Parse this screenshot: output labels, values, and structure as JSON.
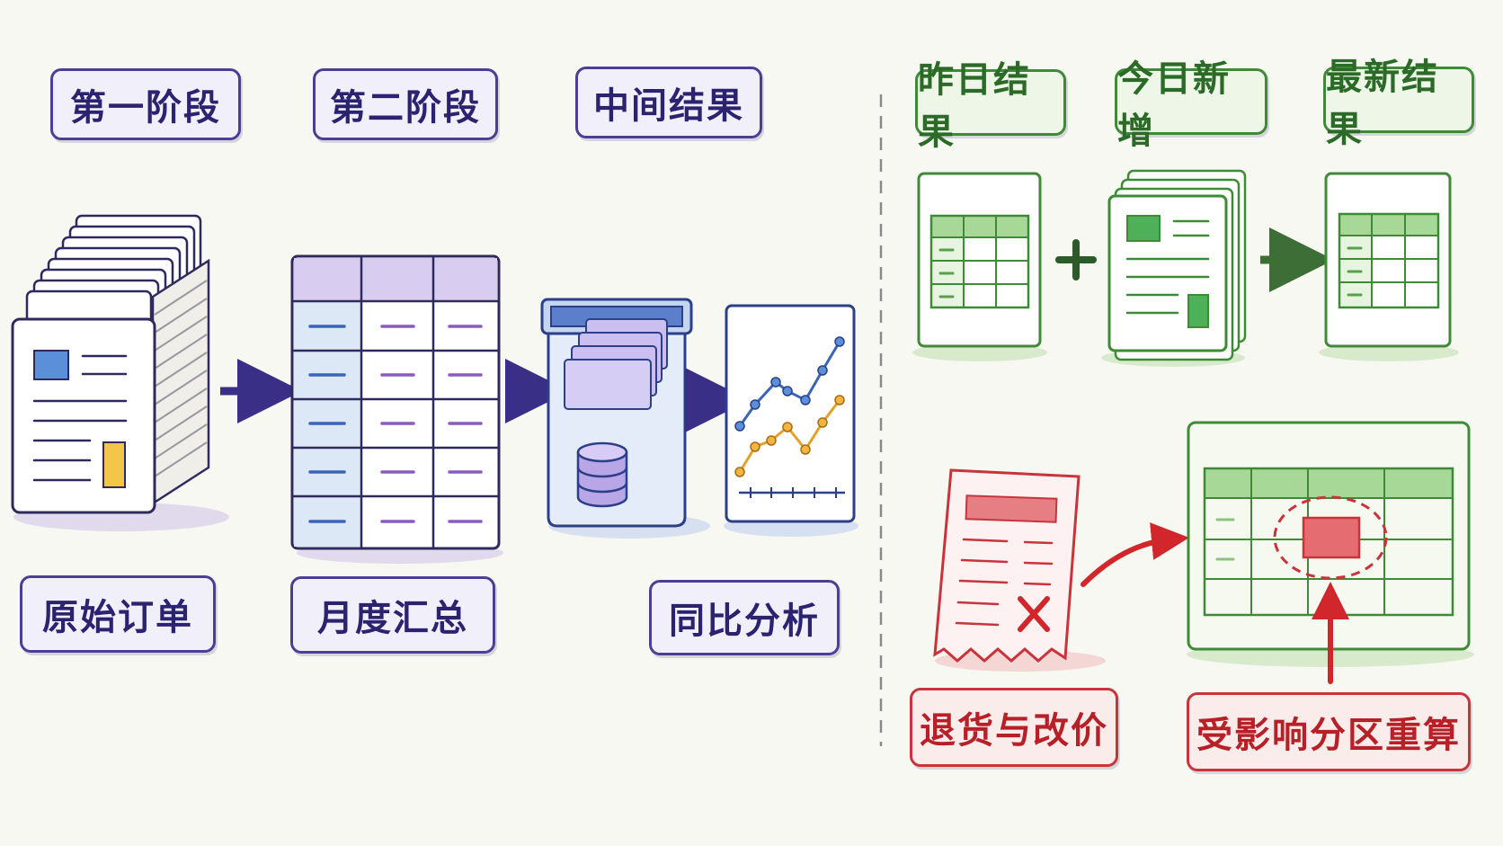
{
  "left": {
    "stage_labels": [
      "第一阶段",
      "第二阶段",
      "中间结果"
    ],
    "bottom_labels": [
      "原始订单",
      "月度汇总",
      "同比分析"
    ]
  },
  "right": {
    "top_labels": [
      "昨日结果",
      "今日新增",
      "最新结果"
    ],
    "bottom_labels": [
      "退货与改价",
      "受影响分区重算"
    ]
  },
  "colors": {
    "purple": "#4b3f95",
    "green": "#3f8a36",
    "red": "#c8343a",
    "blue": "#3b64b8",
    "orange": "#e5a02a"
  },
  "icons": {
    "orders": "document-stack-icon",
    "monthly": "table-icon",
    "intermediate": "storage-box-icon",
    "analysis": "line-chart-icon",
    "yesterday": "table-doc-icon",
    "today": "document-stack-icon",
    "latest": "table-doc-icon",
    "returns": "receipt-cancel-icon",
    "recompute": "table-highlight-icon"
  }
}
